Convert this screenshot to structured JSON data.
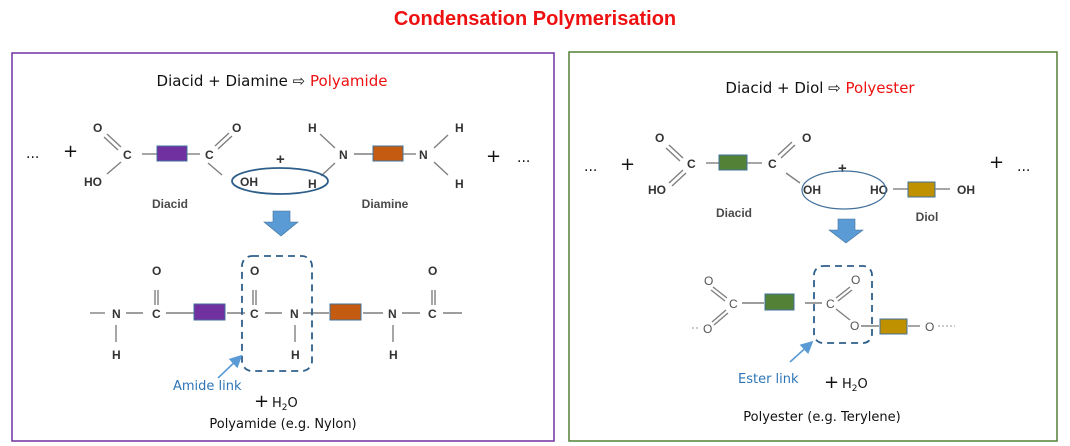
{
  "title": "Condensation Polymerisation",
  "colors": {
    "title": "#ee1111",
    "left_border": "#7030a0",
    "right_border": "#538135",
    "diacid_left_block": "#7030a0",
    "diamine_block": "#c55a11",
    "diacid_right_block": "#538135",
    "diol_block": "#bf9000",
    "arrow": "#5b9bd5",
    "highlight": "#2e5f8a",
    "link_label": "#2e75b6"
  },
  "polyamide": {
    "equation_left": "Diacid + Diamine ⇨ ",
    "equation_product": "Polyamide",
    "ellipsis": "...",
    "plus": "+",
    "reactant_plus": "+",
    "atoms": {
      "O": "O",
      "C": "C",
      "HO": "HO",
      "OH": "OH",
      "H": "H",
      "N": "N"
    },
    "diacid_label": "Diacid",
    "diamine_label": "Diamine",
    "link_label": "Amide link",
    "water_plus": "+",
    "water": "H",
    "water_sub": "2",
    "water_o": "O",
    "product_caption": "Polyamide (e.g. Nylon)"
  },
  "polyester": {
    "equation_left": "Diacid + Diol ⇨ ",
    "equation_product": "Polyester",
    "ellipsis": "...",
    "plus": "+",
    "reactant_plus": "+",
    "atoms": {
      "O": "O",
      "C": "C",
      "HO": "HO",
      "OH": "OH"
    },
    "diacid_label": "Diacid",
    "diol_label": "Diol",
    "link_label": "Ester link",
    "water_plus": "+",
    "water": "H",
    "water_sub": "2",
    "water_o": "O",
    "product_caption": "Polyester (e.g. Terylene)"
  }
}
